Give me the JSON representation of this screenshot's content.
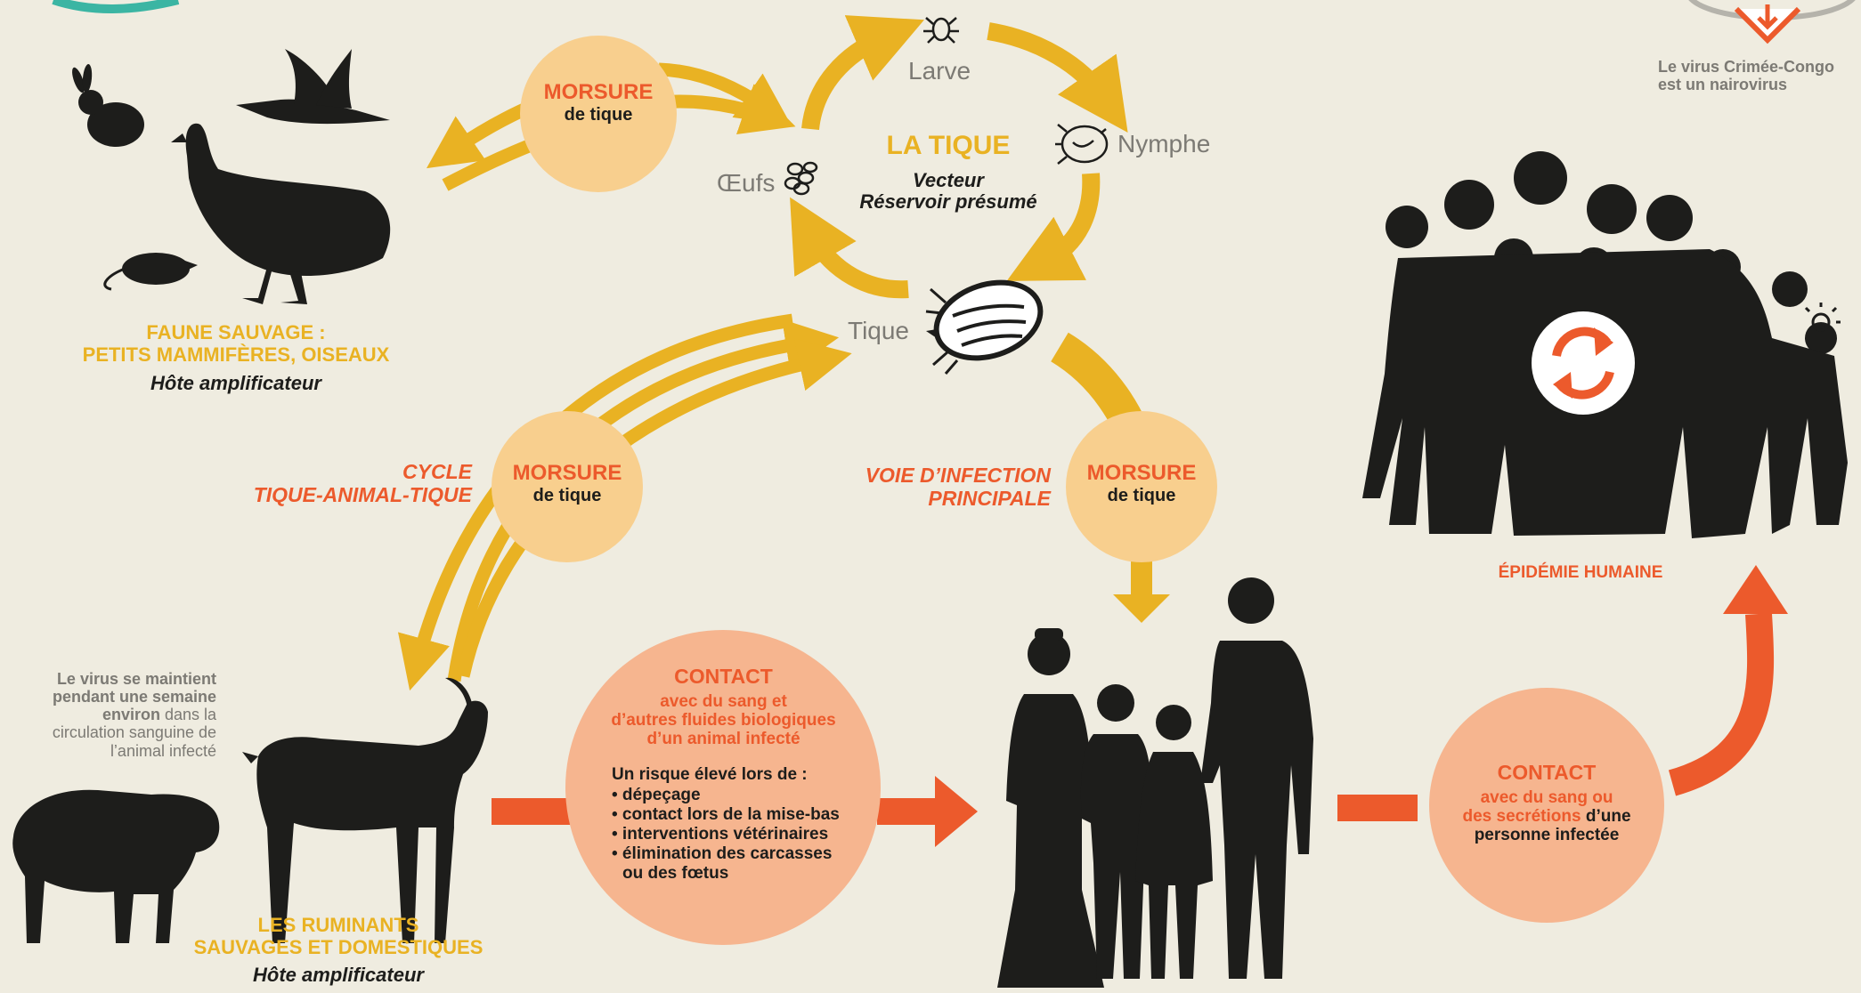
{
  "colors": {
    "background": "#efece0",
    "orange": "#e9b223",
    "red": "#ec5a2c",
    "dark": "#1d1d1b",
    "peach_light": "#f8cf8e",
    "peach": "#f6b58f"
  },
  "top_right": {
    "note_line1": "Le virus Crimée-Congo",
    "note_line2": "est un nairovirus"
  },
  "wildlife": {
    "label_line1": "FAUNE SAUVAGE :",
    "label_line2": "PETITS MAMMIFÈRES, OISEAUX",
    "role": "Hôte amplificateur"
  },
  "tick_cycle": {
    "title": "LA TIQUE",
    "role_line1": "Vecteur",
    "role_line2": "Réservoir présumé",
    "stages": [
      "Larve",
      "Nymphe",
      "Tique",
      "Œufs"
    ]
  },
  "bites": [
    {
      "head": "MORSURE",
      "sub": "de tique"
    },
    {
      "head": "MORSURE",
      "sub": "de tique"
    },
    {
      "head": "MORSURE",
      "sub": "de tique"
    }
  ],
  "cycle_label": {
    "line1": "CYCLE",
    "line2": "TIQUE-ANIMAL-TIQUE"
  },
  "main_route": {
    "line1": "VOIE D’INFECTION",
    "line2": "PRINCIPALE"
  },
  "virus_note": {
    "bold1": "Le virus se maintient",
    "bold2": "pendant une semaine",
    "bold3": "environ",
    "rest1": " dans la",
    "rest2": "circulation sanguine de",
    "rest3": "l’animal infecté"
  },
  "ruminants": {
    "label_line1": "LES RUMINANTS",
    "label_line2": "SAUVAGES ET DOMESTIQUES",
    "role": "Hôte amplificateur"
  },
  "animal_contact": {
    "head": "CONTACT",
    "line1": "avec du sang et",
    "line2": "d’autres fluides biologiques",
    "line3": "d’un animal infecté",
    "risk_title": "Un risque élevé lors de :",
    "risks": [
      "• dépeçage",
      "• contact lors de la mise-bas",
      "• interventions vétérinaires",
      "• élimination des carcasses",
      "ou des fœtus"
    ]
  },
  "human_contact": {
    "head": "CONTACT",
    "line1": "avec du sang ou",
    "line2a": "des secrétions",
    "line2b": " d’une",
    "line3": "personne infectée"
  },
  "epidemic": {
    "label": "ÉPIDÉMIE HUMAINE"
  },
  "icons": [
    "rabbit-icon",
    "goose-icon",
    "guineafowl-icon",
    "rat-icon",
    "tick-icon",
    "larva-icon",
    "nymph-icon",
    "eggs-icon",
    "goat-icon",
    "sheep-icon",
    "family-icon",
    "crowd-icon",
    "cycle-arrows-icon",
    "virus-icon"
  ]
}
